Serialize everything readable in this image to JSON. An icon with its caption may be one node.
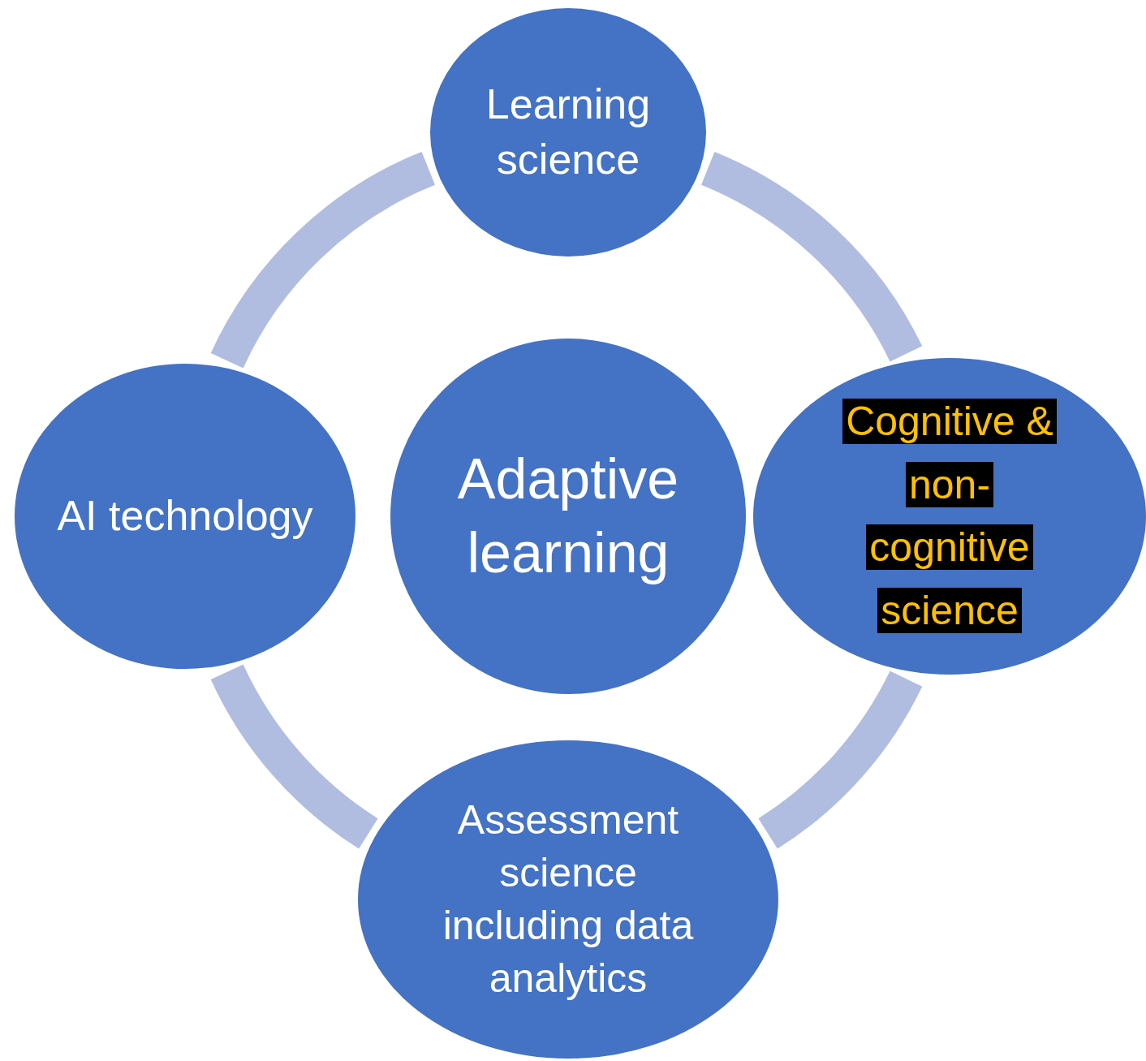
{
  "diagram": {
    "nodes": [
      {
        "text": [
          "Learning science"
        ]
      },
      {
        "text": [
          "AI technology"
        ]
      },
      {
        "text": [
          "Adaptive learning"
        ]
      },
      {
        "text": [
          "Cognitive & non-cognitive science"
        ]
      },
      {
        "text": [
          "Assessment science including data analytics"
        ]
      }
    ],
    "edges": [
      {
        "from": 0,
        "to": 3,
        "arrow": "none"
      },
      {
        "from": 3,
        "to": 4,
        "arrow": "none"
      },
      {
        "from": 4,
        "to": 1,
        "arrow": "none"
      },
      {
        "from": 1,
        "to": 0,
        "arrow": "none"
      }
    ]
  }
}
